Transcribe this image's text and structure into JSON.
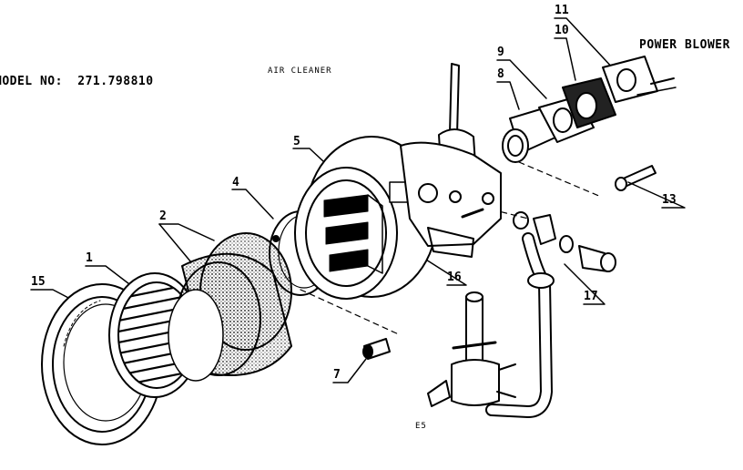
{
  "header": {
    "model_label": "MODEL NO:",
    "model_number": "271.798810",
    "section_title": "AIR CLEANER",
    "power_blower": "POWER BLOWER",
    "page_code": "E5"
  },
  "callouts": [
    "1",
    "2",
    "4",
    "5",
    "7",
    "8",
    "9",
    "10",
    "11",
    "13",
    "15",
    "16",
    "17"
  ],
  "colors": {
    "ink": "#000000",
    "paper": "#ffffff",
    "shade": "#d9d9d9"
  }
}
